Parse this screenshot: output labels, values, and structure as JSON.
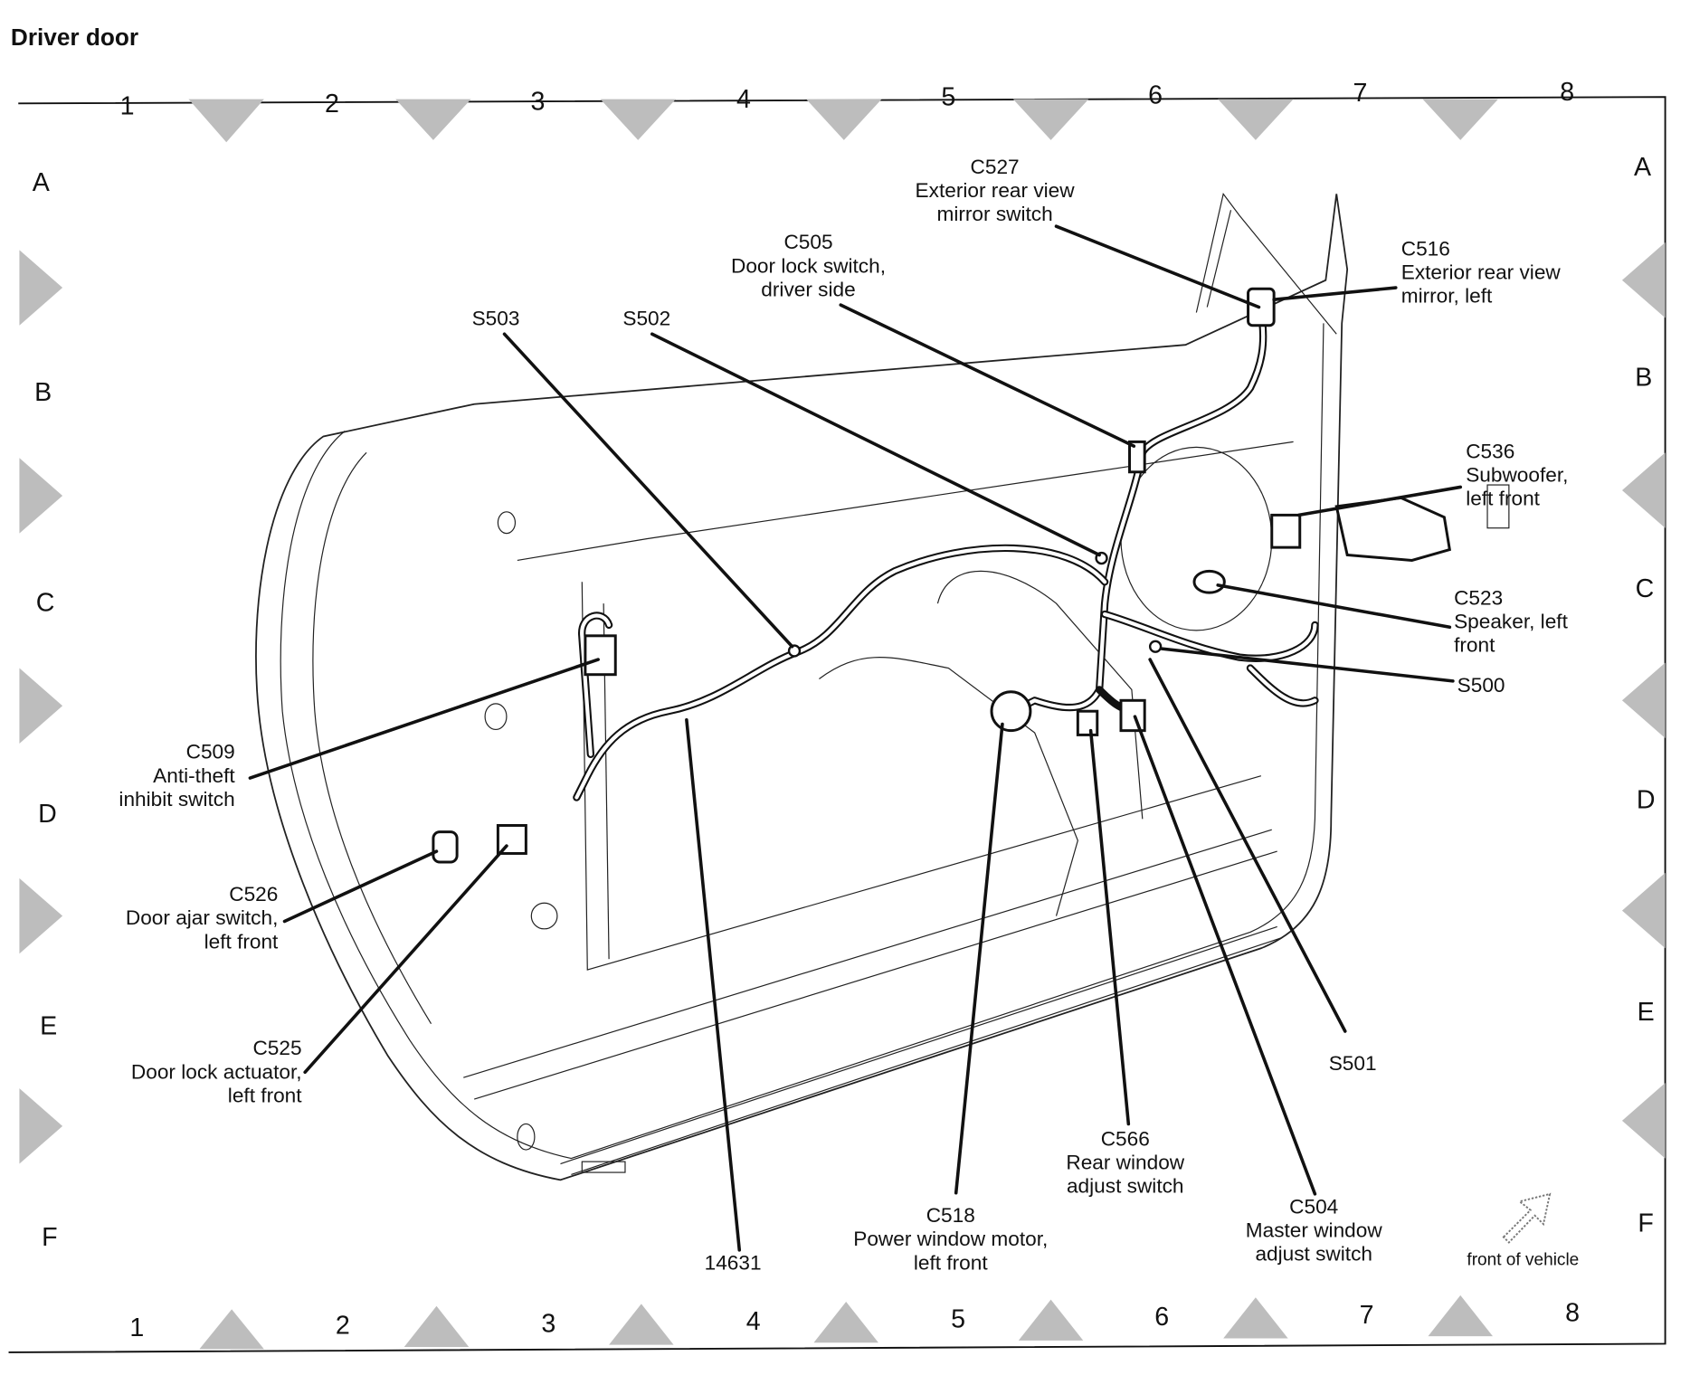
{
  "title": "Driver door",
  "grid": {
    "columns": [
      "1",
      "2",
      "3",
      "4",
      "5",
      "6",
      "7",
      "8"
    ],
    "rows": [
      "A",
      "B",
      "C",
      "D",
      "E",
      "F"
    ]
  },
  "labels": {
    "c527": {
      "code": "C527",
      "line1": "Exterior rear view",
      "line2": "mirror switch"
    },
    "c516": {
      "code": "C516",
      "line1": "Exterior rear view",
      "line2": "mirror, left"
    },
    "c505": {
      "code": "C505",
      "line1": "Door lock switch,",
      "line2": "driver side"
    },
    "s503": {
      "code": "S503"
    },
    "s502": {
      "code": "S502"
    },
    "c536": {
      "code": "C536",
      "line1": "Subwoofer,",
      "line2": "left front"
    },
    "c523": {
      "code": "C523",
      "line1": "Speaker, left",
      "line2": "front"
    },
    "s500": {
      "code": "S500"
    },
    "c509": {
      "code": "C509",
      "line1": "Anti-theft",
      "line2": "inhibit switch"
    },
    "c526": {
      "code": "C526",
      "line1": "Door ajar switch,",
      "line2": "left front"
    },
    "c525": {
      "code": "C525",
      "line1": "Door lock actuator,",
      "line2": "left front"
    },
    "s501": {
      "code": "S501"
    },
    "c566": {
      "code": "C566",
      "line1": "Rear window",
      "line2": "adjust switch"
    },
    "c504": {
      "code": "C504",
      "line1": "Master window",
      "line2": "adjust switch"
    },
    "c518": {
      "code": "C518",
      "line1": "Power window motor,",
      "line2": "left front"
    },
    "harness": {
      "code": "14631"
    }
  },
  "orientation": {
    "label": "front of vehicle",
    "icon": "arrow-up-right-icon"
  }
}
